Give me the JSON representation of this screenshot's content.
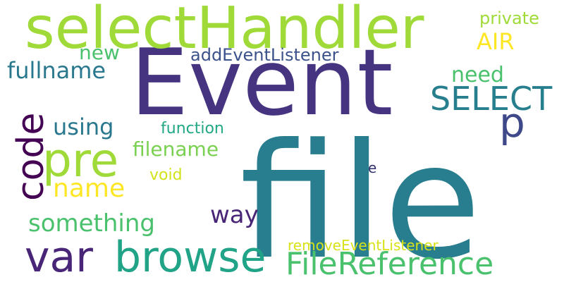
{
  "words": [
    {
      "id": "file",
      "text": "file",
      "color": "#287D8E",
      "vertical": false
    },
    {
      "id": "event",
      "text": "Event",
      "color": "#463480",
      "vertical": false
    },
    {
      "id": "selecthandler",
      "text": "selectHandler",
      "color": "#A0DA39",
      "vertical": false
    },
    {
      "id": "code",
      "text": "code",
      "color": "#440154",
      "vertical": true
    },
    {
      "id": "pre",
      "text": "pre",
      "color": "#A0DA39",
      "vertical": false
    },
    {
      "id": "var",
      "text": "var",
      "color": "#482576",
      "vertical": false
    },
    {
      "id": "browse",
      "text": "browse",
      "color": "#20A386",
      "vertical": false
    },
    {
      "id": "filereference",
      "text": "FileReference",
      "color": "#4AC16D",
      "vertical": false
    },
    {
      "id": "select",
      "text": "SELECT",
      "color": "#277F8E",
      "vertical": false
    },
    {
      "id": "p",
      "text": "p",
      "color": "#3F4889",
      "vertical": false
    },
    {
      "id": "name",
      "text": "name",
      "color": "#FDE725",
      "vertical": false
    },
    {
      "id": "fullname",
      "text": "fullname",
      "color": "#2A788E",
      "vertical": false
    },
    {
      "id": "using",
      "text": "using",
      "color": "#2A788E",
      "vertical": false
    },
    {
      "id": "filename",
      "text": "filename",
      "color": "#7AD151",
      "vertical": false
    },
    {
      "id": "something",
      "text": "something",
      "color": "#4AC16D",
      "vertical": false
    },
    {
      "id": "way",
      "text": "way",
      "color": "#482576",
      "vertical": false
    },
    {
      "id": "new",
      "text": "new",
      "color": "#4AC16D",
      "vertical": false
    },
    {
      "id": "addeventlistener",
      "text": "addEventListener",
      "color": "#3B528B",
      "vertical": false
    },
    {
      "id": "need",
      "text": "need",
      "color": "#4AC16D",
      "vertical": false
    },
    {
      "id": "air",
      "text": "AIR",
      "color": "#FDE725",
      "vertical": false
    },
    {
      "id": "private",
      "text": "private",
      "color": "#A0DA39",
      "vertical": false
    },
    {
      "id": "function",
      "text": "function",
      "color": "#22A884",
      "vertical": false
    },
    {
      "id": "void",
      "text": "void",
      "color": "#D2E21B",
      "vertical": false
    },
    {
      "id": "e",
      "text": "e",
      "color": "#31316D",
      "vertical": false
    },
    {
      "id": "removeeventlistener",
      "text": "removeEventListener",
      "color": "#D8E219",
      "vertical": false
    }
  ]
}
